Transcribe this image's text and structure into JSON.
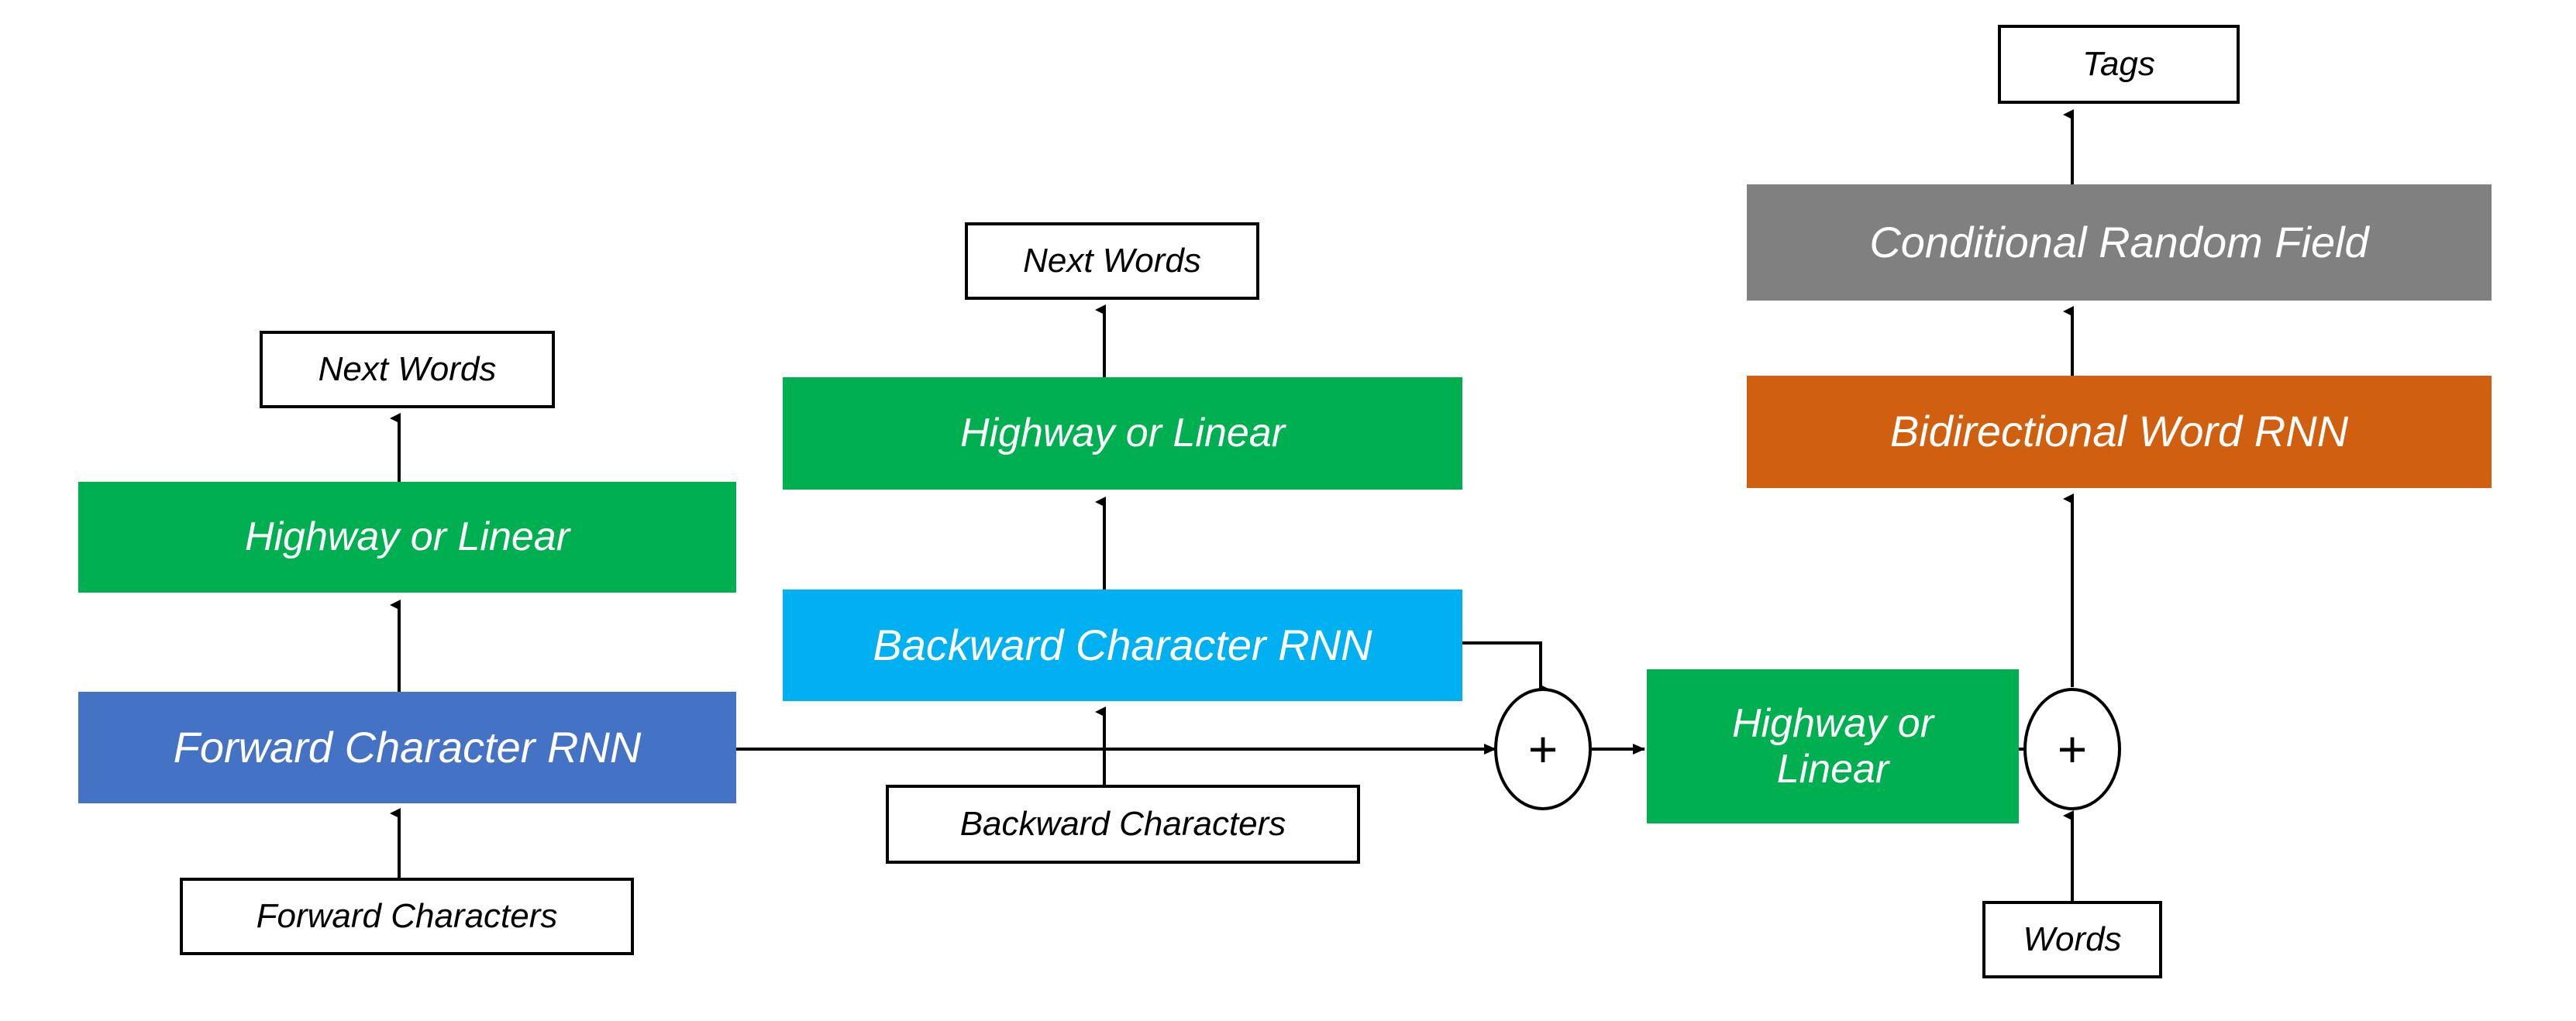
{
  "diagram": {
    "title": "Character-level and word-level RNN tagging architecture",
    "background_color": "#ffffff",
    "edge_color": "#000000",
    "palette": {
      "green": "#00b050",
      "blue": "#4472c4",
      "light_blue": "#00b0f0",
      "orange": "#d0600f",
      "gray": "#808080",
      "white": "#ffffff",
      "black": "#000000"
    },
    "nodes": {
      "next_words_left": {
        "label": "Next Words",
        "fill": "#ffffff",
        "text_color": "#000000",
        "font_size": 44
      },
      "highway_or_linear_left": {
        "label": "Highway or Linear",
        "fill": "#00b050",
        "text_color": "#ffffff",
        "font_size": 52
      },
      "forward_character_rnn": {
        "label": "Forward Character RNN",
        "fill": "#4472c4",
        "text_color": "#ffffff",
        "font_size": 56
      },
      "forward_characters": {
        "label": "Forward Characters",
        "fill": "#ffffff",
        "text_color": "#000000",
        "font_size": 44
      },
      "next_words_mid": {
        "label": "Next Words",
        "fill": "#ffffff",
        "text_color": "#000000",
        "font_size": 44
      },
      "highway_or_linear_mid": {
        "label": "Highway or Linear",
        "fill": "#00b050",
        "text_color": "#ffffff",
        "font_size": 52
      },
      "backward_character_rnn": {
        "label": "Backward Character RNN",
        "fill": "#00b0f0",
        "text_color": "#ffffff",
        "font_size": 56
      },
      "backward_characters": {
        "label": "Backward Characters",
        "fill": "#ffffff",
        "text_color": "#000000",
        "font_size": 44
      },
      "sum_chars": {
        "label": "+",
        "shape": "circle",
        "fill": "#ffffff",
        "text_color": "#000000",
        "font_size": 66
      },
      "highway_or_linear_right": {
        "label": "Highway or\nLinear",
        "fill": "#00b050",
        "text_color": "#ffffff",
        "font_size": 52
      },
      "sum_words": {
        "label": "+",
        "shape": "circle",
        "fill": "#ffffff",
        "text_color": "#000000",
        "font_size": 66
      },
      "words": {
        "label": "Words",
        "fill": "#ffffff",
        "text_color": "#000000",
        "font_size": 44
      },
      "bidirectional_word_rnn": {
        "label": "Bidirectional Word RNN",
        "fill": "#d0600f",
        "text_color": "#ffffff",
        "font_size": 56
      },
      "conditional_random_field": {
        "label": "Conditional Random Field",
        "fill": "#808080",
        "text_color": "#ffffff",
        "font_size": 56
      },
      "tags": {
        "label": "Tags",
        "fill": "#ffffff",
        "text_color": "#000000",
        "font_size": 44
      }
    },
    "edges": [
      {
        "from": "forward_characters",
        "to": "forward_character_rnn",
        "arrow": true
      },
      {
        "from": "forward_character_rnn",
        "to": "highway_or_linear_left",
        "arrow": true
      },
      {
        "from": "highway_or_linear_left",
        "to": "next_words_left",
        "arrow": true
      },
      {
        "from": "backward_characters",
        "to": "backward_character_rnn",
        "arrow": true
      },
      {
        "from": "backward_character_rnn",
        "to": "highway_or_linear_mid",
        "arrow": true
      },
      {
        "from": "highway_or_linear_mid",
        "to": "next_words_mid",
        "arrow": true
      },
      {
        "from": "forward_character_rnn",
        "to": "sum_chars",
        "arrow": true
      },
      {
        "from": "backward_character_rnn",
        "to": "sum_chars",
        "arrow": true
      },
      {
        "from": "sum_chars",
        "to": "highway_or_linear_right",
        "arrow": true
      },
      {
        "from": "highway_or_linear_right",
        "to": "sum_words",
        "arrow": true
      },
      {
        "from": "words",
        "to": "sum_words",
        "arrow": true
      },
      {
        "from": "sum_words",
        "to": "bidirectional_word_rnn",
        "arrow": true
      },
      {
        "from": "bidirectional_word_rnn",
        "to": "conditional_random_field",
        "arrow": true
      },
      {
        "from": "conditional_random_field",
        "to": "tags",
        "arrow": true
      }
    ]
  }
}
